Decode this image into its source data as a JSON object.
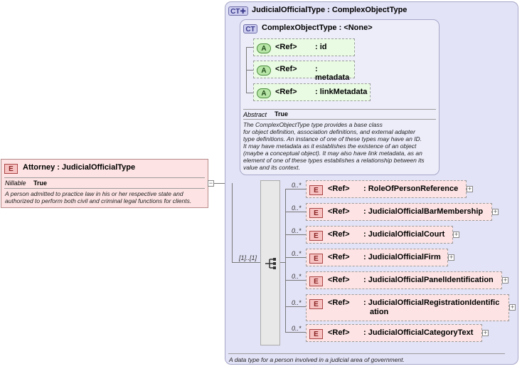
{
  "attorney": {
    "badge": "E",
    "title": "Attorney : JudicialOfficialType",
    "nillable_label": "Nillable",
    "nillable_value": "True",
    "doc_lines": [
      "A person admitted to practice law in his or her respective state and",
      "authorized to perform both civil and criminal legal functions for clients."
    ],
    "collapse": "−"
  },
  "judicial_type": {
    "badge": "CT",
    "title": "JudicialOfficialType : ComplexObjectType",
    "footer_doc": "A data type for a person involved in a judicial area of government.",
    "sequence_occurs": "[1]..[1]"
  },
  "complex_object_type": {
    "badge": "CT",
    "title": "ComplexObjectType : <None>",
    "attributes": [
      {
        "badge": "A",
        "ref": "<Ref>",
        "name": ": id"
      },
      {
        "badge": "A",
        "ref": "<Ref>",
        "name": ": metadata"
      },
      {
        "badge": "A",
        "ref": "<Ref>",
        "name": ": linkMetadata"
      }
    ],
    "abstract_label": "Abstract",
    "abstract_value": "True",
    "doc_lines": [
      "The ComplexObjectType type provides a base class",
      "for object definition, association definitions, and external adapter",
      "type definitions. An instance of one of these types may have an ID.",
      "It may have metadata as it establishes the existence of an object",
      "(maybe a conceptual object). It may also have link metadata, as an",
      "element of one of these types establishes a relationship between its",
      "value and its context."
    ]
  },
  "elements": [
    {
      "occurs": "0..*",
      "badge": "E",
      "ref": "<Ref>",
      "name": ": RoleOfPersonReference",
      "expand": "+"
    },
    {
      "occurs": "0..*",
      "badge": "E",
      "ref": "<Ref>",
      "name": ": JudicialOfficialBarMembership",
      "expand": "+"
    },
    {
      "occurs": "0..*",
      "badge": "E",
      "ref": "<Ref>",
      "name": ": JudicialOfficialCourt",
      "expand": "+"
    },
    {
      "occurs": "0..*",
      "badge": "E",
      "ref": "<Ref>",
      "name": ": JudicialOfficialFirm",
      "expand": "+"
    },
    {
      "occurs": "0..*",
      "badge": "E",
      "ref": "<Ref>",
      "name": ": JudicialOfficialPanelIdentification",
      "expand": "+"
    },
    {
      "occurs": "0..*",
      "badge": "E",
      "ref": "<Ref>",
      "name_line1": ": JudicialOfficialRegistrationIdentific",
      "name_line2": "ation",
      "expand": "+"
    },
    {
      "occurs": "0..*",
      "badge": "E",
      "ref": "<Ref>",
      "name": ": JudicialOfficialCategoryText",
      "expand": "+"
    }
  ],
  "colors": {
    "ct_fill": "#e3e3f7",
    "element_fill": "#fde3e3",
    "attribute_fill": "#e9fbe3"
  }
}
